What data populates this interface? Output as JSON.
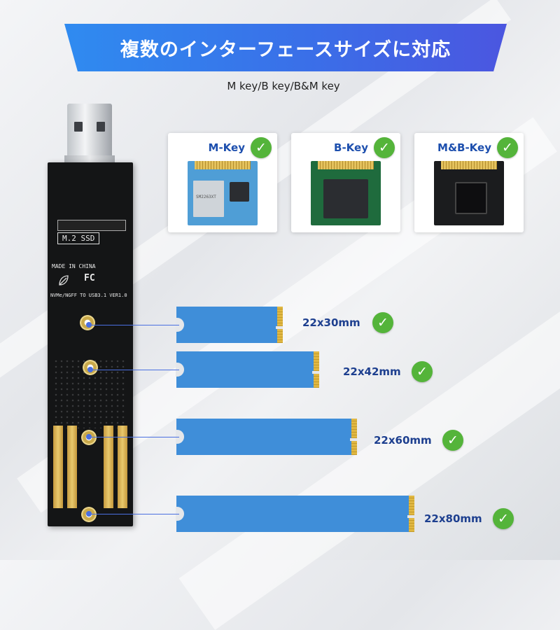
{
  "banner": {
    "title": "複数のインターフェースサイズに対応"
  },
  "subtitle": {
    "parts": [
      "M key/",
      "B key/",
      "B&M key"
    ]
  },
  "adapter": {
    "m2_label": "M.2  SSD",
    "made_in": "MADE IN CHINA",
    "fc_mark": "FC",
    "board_text": "NVMe/NGFF TO USB3.1 VER1.0"
  },
  "key_cards": [
    {
      "label": "M-Key",
      "chip_text": "SM2263XT"
    },
    {
      "label": "B-Key",
      "chip_text": ""
    },
    {
      "label": "M&B-Key",
      "chip_text": ""
    }
  ],
  "sizes": [
    {
      "label": "22x30mm"
    },
    {
      "label": "22x42mm"
    },
    {
      "label": "22x60mm"
    },
    {
      "label": "22x80mm"
    }
  ],
  "check_glyph": "✓",
  "colors": {
    "banner": "#3a6fe8",
    "ssd": "#3f8ed9",
    "check": "#54b43a",
    "label": "#1d3f8f"
  }
}
